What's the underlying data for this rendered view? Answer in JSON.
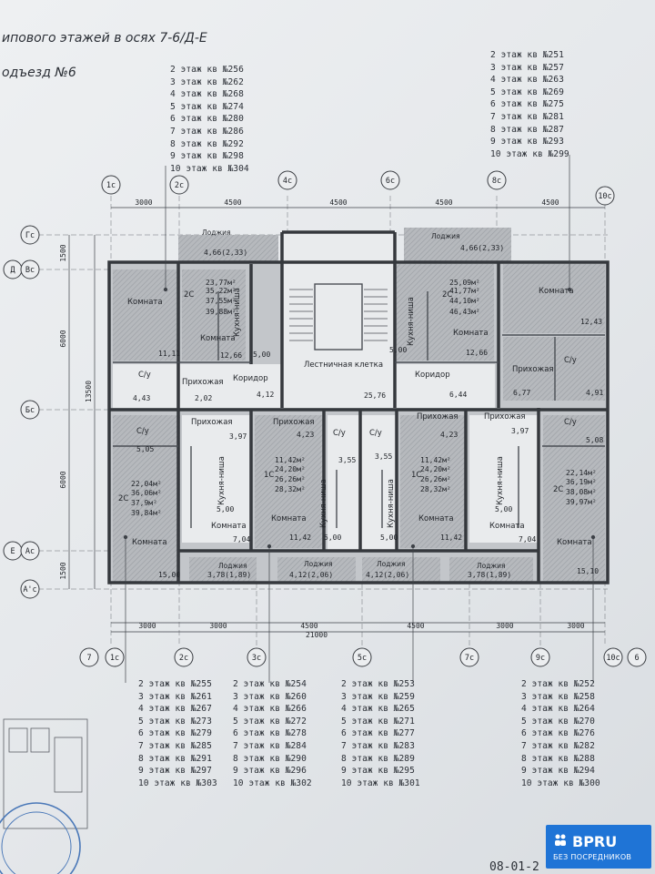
{
  "header": {
    "title": "ипового этажей в осях 7-6/Д-Е",
    "entrance": "одъезд №6"
  },
  "apt_lists": {
    "top_left": [
      "2 этаж кв №256",
      "3 этаж кв №262",
      "4 этаж кв №268",
      "5 этаж кв №274",
      "6 этаж кв №280",
      "7 этаж кв №286",
      "8 этаж кв №292",
      "9 этаж кв №298",
      "10 этаж кв №304"
    ],
    "top_right": [
      "2 этаж кв №251",
      "3 этаж кв №257",
      "4 этаж кв №263",
      "5 этаж кв №269",
      "6 этаж кв №275",
      "7 этаж кв №281",
      "8 этаж кв №287",
      "9 этаж кв №293",
      "10 этаж кв №299"
    ],
    "bottom_1": [
      "2 этаж кв №255",
      "3 этаж кв №261",
      "4 этаж кв №267",
      "5 этаж кв №273",
      "6 этаж кв №279",
      "7 этаж кв №285",
      "8 этаж кв №291",
      "9 этаж кв №297",
      "10 этаж кв №303"
    ],
    "bottom_2": [
      "2 этаж кв №254",
      "3 этаж кв №260",
      "4 этаж кв №266",
      "5 этаж кв №272",
      "6 этаж кв №278",
      "7 этаж кв №284",
      "8 этаж кв №290",
      "9 этаж кв №296",
      "10 этаж кв №302"
    ],
    "bottom_3": [
      "2 этаж кв №253",
      "3 этаж кв №259",
      "4 этаж кв №265",
      "5 этаж кв №271",
      "6 этаж кв №277",
      "7 этаж кв №283",
      "8 этаж кв №289",
      "9 этаж кв №295",
      "10 этаж кв №301"
    ],
    "bottom_4": [
      "2 этаж кв №252",
      "3 этаж кв №258",
      "4 этаж кв №264",
      "5 этаж кв №270",
      "6 этаж кв №276",
      "7 этаж кв №282",
      "8 этаж кв №288",
      "9 этаж кв №294",
      "10 этаж кв №300"
    ]
  },
  "axes": {
    "top": [
      "1с",
      "2с",
      "4с",
      "6с",
      "8с",
      "10с"
    ],
    "bottom": [
      "7",
      "1с",
      "2с",
      "3с",
      "5с",
      "7с",
      "9с",
      "10с",
      "6"
    ],
    "left": [
      "Гс",
      "Д",
      "Вс",
      "Бс",
      "Е",
      "Ас",
      "А'с"
    ]
  },
  "dims": {
    "top": [
      "3000",
      "4500",
      "4500",
      "4500",
      "4500"
    ],
    "bottom": [
      "3000",
      "3000",
      "4500",
      "4500",
      "3000",
      "3000"
    ],
    "bottom_total": "21000",
    "left": [
      "1500",
      "6000",
      "13500",
      "6000",
      "1500"
    ]
  },
  "rooms": {
    "room": "Комната",
    "bath": "С/у",
    "hall": "Прихожая",
    "corridor": "Коридор",
    "stairs": "Лестничная клетка",
    "kitchen": "Кухня-ниша",
    "loggia": "Лоджия",
    "apt_type_2": "2С",
    "apt_type_1": "1С"
  },
  "areas": {
    "loggia_tl": "4,66(2,33)",
    "loggia_tr": "4,66(2,33)",
    "loggia_b1": "3,78(1,89)",
    "loggia_b2": "4,12(2,06)",
    "loggia_b3": "4,12(2,06)",
    "loggia_b4": "3,78(1,89)",
    "a256": [
      "23,77м²",
      "35,22м²",
      "37,55м²",
      "39,88м²"
    ],
    "a251": [
      "25,09м²",
      "41,77м²",
      "44,10м²",
      "46,43м²"
    ],
    "a255": [
      "22,04м²",
      "36,06м²",
      "37,9м²",
      "39,84м²"
    ],
    "a254": [
      "11,42м²",
      "24,20м²",
      "26,26м²",
      "28,32м²"
    ],
    "a253": [
      "11,42м²",
      "24,20м²",
      "26,26м²",
      "28,32м²"
    ],
    "a252": [
      "22,14м²",
      "36,19м²",
      "38,08м²",
      "39,97м²"
    ],
    "r": {
      "v1111": "11,11",
      "v1266a": "12,66",
      "v500a": "5,00",
      "v500b": "5,00",
      "v1266b": "12,66",
      "v1243": "12,43",
      "v443": "4,43",
      "v202": "2,02",
      "v412": "4,12",
      "v2576": "25,76",
      "v644": "6,44",
      "v677": "6,77",
      "v491": "4,91",
      "v505": "5,05",
      "v397a": "3,97",
      "v423a": "4,23",
      "v355a": "3,55",
      "v355b": "3,55",
      "v423b": "4,23",
      "v397b": "3,97",
      "v508": "5,08",
      "v500c": "5,00",
      "v704a": "7,04",
      "v1142a": "11,42",
      "v500d": "5,00",
      "v500e": "5,00",
      "v1142b": "11,42",
      "v500f": "5,00",
      "v704b": "7,04",
      "v1500": "15,00",
      "v1510": "15,10"
    }
  },
  "footer": {
    "sheet": "08-01-2"
  },
  "badge": {
    "brand": "BPRU",
    "sub": "БЕЗ ПОСРЕДНИКОВ"
  },
  "colors": {
    "wall": "#3a3d42",
    "room_fill": "#b9bcc0",
    "hatch": "#8f9398",
    "paper": "#e8eaec",
    "badge": "#1f74d6"
  }
}
